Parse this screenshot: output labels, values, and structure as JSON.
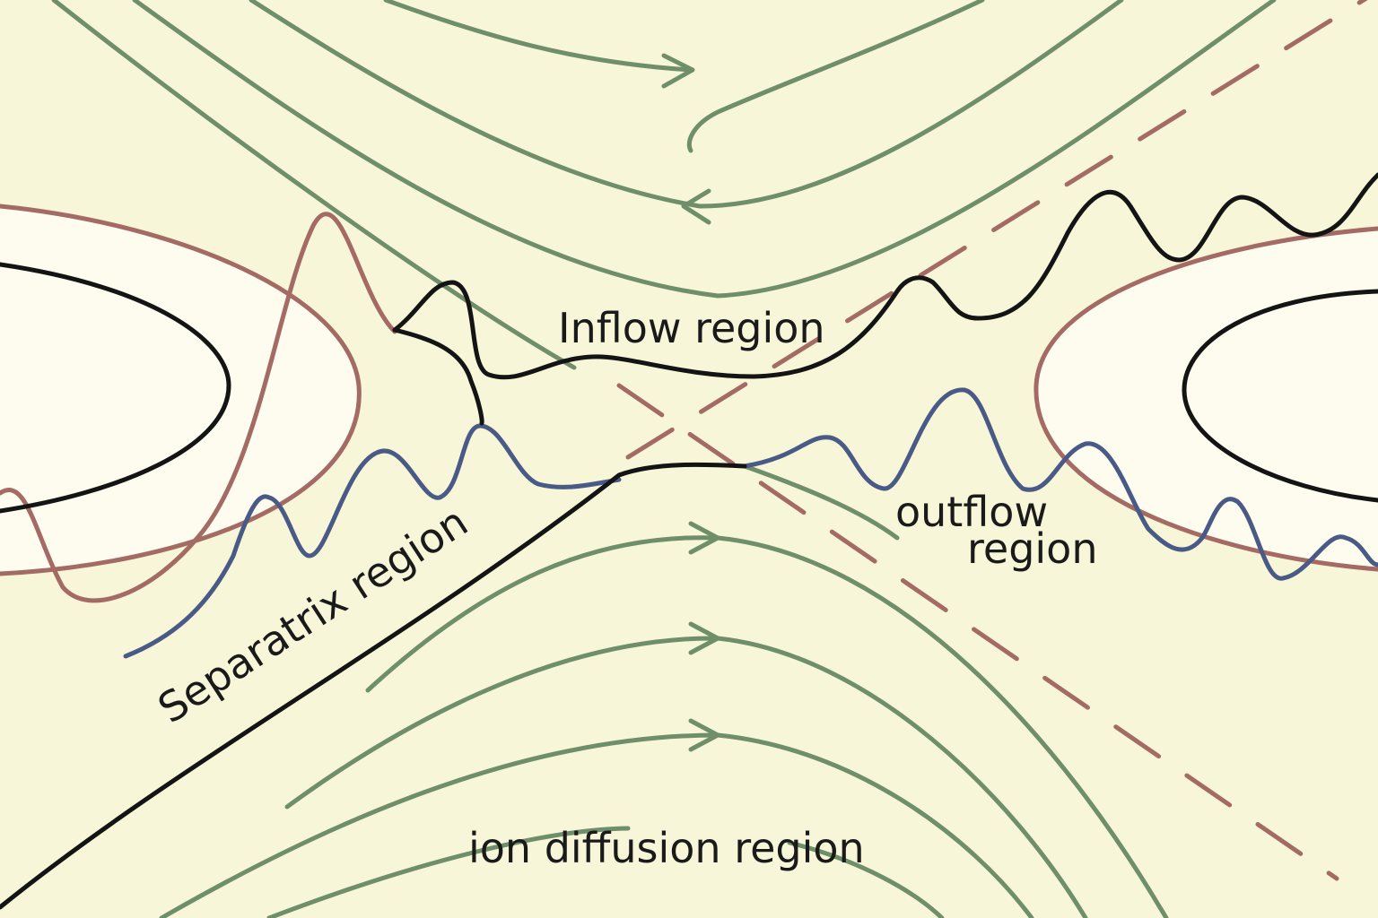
{
  "labels": {
    "inflow": "Inflow region",
    "outflow_line1": "outflow",
    "outflow_line2": "region",
    "separatrix": "Separatrix region",
    "ion_diffusion": "ion diffusion region"
  },
  "colors": {
    "background": "#f8f6d8",
    "island_fill": "#fdfcef",
    "field_line": "#6f8f6a",
    "boundary": "#a46a64",
    "wave": "#4a5a86",
    "separatrix": "#141414",
    "label_text": "#1a1a1a"
  }
}
